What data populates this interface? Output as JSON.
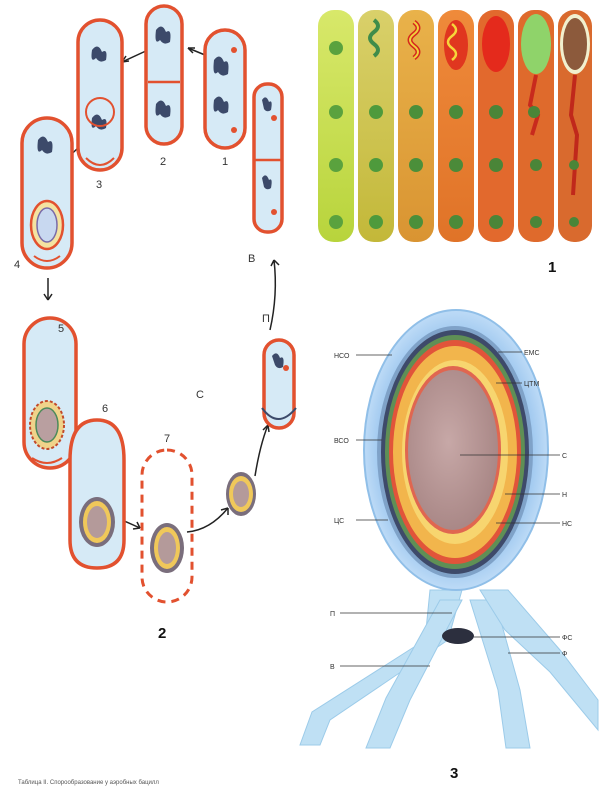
{
  "panels": {
    "panel1_number": "1",
    "panel2_number": "2",
    "panel3_number": "3"
  },
  "cycle": {
    "stage_labels": [
      "1",
      "2",
      "3",
      "4",
      "5",
      "6",
      "7"
    ],
    "phase_labels": {
      "v": "В",
      "p": "П",
      "s": "С"
    }
  },
  "spore": {
    "labels": {
      "nso": "НСО",
      "vso": "ВСО",
      "ts": "ЦС",
      "ems": "ЕМС",
      "tsgm": "ЦТМ",
      "c": "С",
      "n": "Н",
      "ns": "НС",
      "p": "П",
      "v": "В",
      "fs": "ФС",
      "f": "Ф"
    }
  },
  "caption": "Таблица II. Спорообразование у аэробных бацилл"
}
